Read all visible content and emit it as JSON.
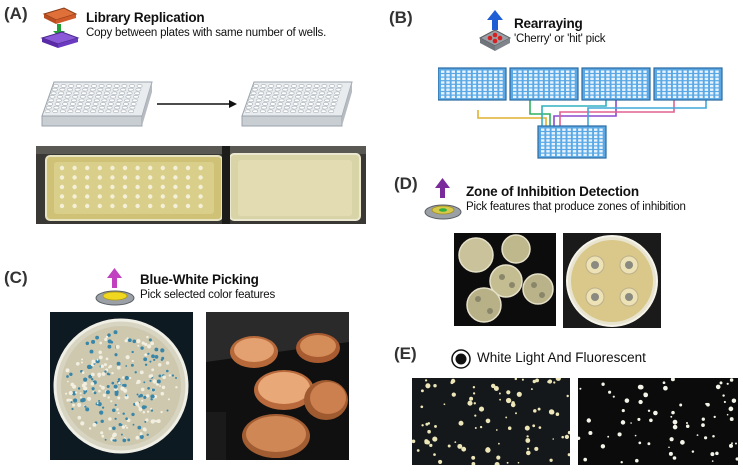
{
  "panels": {
    "A": {
      "label": "(A)",
      "title": "Library Replication",
      "subtitle": "Copy between plates with same number of wells."
    },
    "B": {
      "label": "(B)",
      "title": "Rearraying",
      "subtitle": "'Cherry' or 'hit' pick"
    },
    "C": {
      "label": "(C)",
      "title": "Blue-White Picking",
      "subtitle": "Pick selected color features"
    },
    "D": {
      "label": "(D)",
      "title": "Zone of Inhibition Detection",
      "subtitle": "Pick features that produce zones of inhibition"
    },
    "E": {
      "label": "(E)",
      "title": "White Light And Fluorescent"
    }
  },
  "colors": {
    "plate_blue": "#5aa9e6",
    "plate_border": "#2b6aa0",
    "arrow_blue": "#1f5fd6",
    "arrow_purple": "#7a2a9a",
    "arrow_pink": "#c040c0",
    "agar_yellow": "#d9c86a",
    "copper": "#c97a4a"
  },
  "icons": {
    "A": "stacked-plates-green-arrow-icon",
    "B": "gripper-blue-arrow-icon",
    "C": "yellow-disc-pink-arrow-icon",
    "D": "green-disc-purple-arrow-icon",
    "E": "radio-target-icon"
  }
}
